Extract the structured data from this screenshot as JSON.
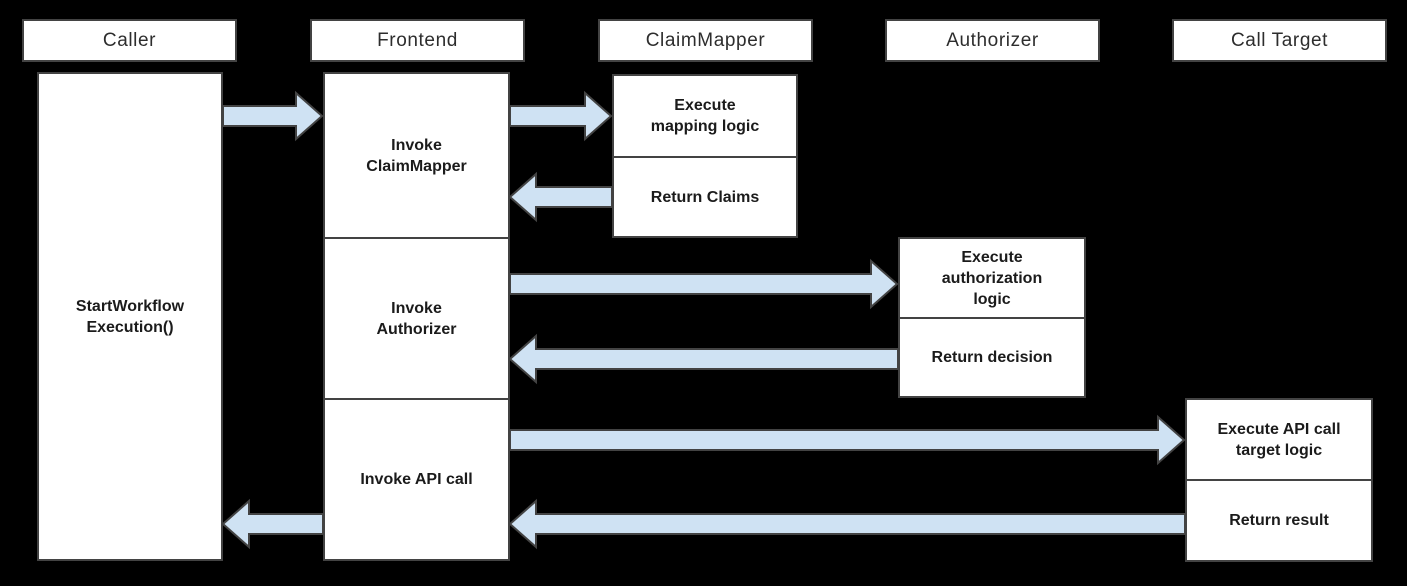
{
  "diagram_type": "sequence-diagram",
  "colors": {
    "background": "#000000",
    "box_fill": "#ffffff",
    "box_border": "#434343",
    "arrow_fill": "#cfe2f3",
    "arrow_border": "#434343",
    "text": "#1b1b1b"
  },
  "lifelines": [
    {
      "label": "Caller"
    },
    {
      "label": "Frontend"
    },
    {
      "label": "ClaimMapper"
    },
    {
      "label": "Authorizer"
    },
    {
      "label": "Call Target"
    }
  ],
  "steps": {
    "caller_execution": "StartWorkflow\nExecution()",
    "invoke_claimmapper": "Invoke\nClaimMapper",
    "invoke_authorizer": "Invoke\nAuthorizer",
    "invoke_api_call": "Invoke API call",
    "execute_mapping_logic": "Execute\nmapping logic",
    "return_claims": "Return Claims",
    "execute_authorization_logic": "Execute\nauthorization\nlogic",
    "return_decision": "Return decision",
    "execute_api_call_target_logic": "Execute API call\ntarget logic",
    "return_result": "Return result"
  },
  "arrows": [
    {
      "from": "Caller",
      "to": "Frontend",
      "direction": "right"
    },
    {
      "from": "Frontend",
      "to": "ClaimMapper",
      "direction": "right"
    },
    {
      "from": "ClaimMapper",
      "to": "Frontend",
      "direction": "left"
    },
    {
      "from": "Frontend",
      "to": "Authorizer",
      "direction": "right"
    },
    {
      "from": "Authorizer",
      "to": "Frontend",
      "direction": "left"
    },
    {
      "from": "Frontend",
      "to": "Call Target",
      "direction": "right"
    },
    {
      "from": "Call Target",
      "to": "Frontend",
      "direction": "left"
    },
    {
      "from": "Frontend",
      "to": "Caller",
      "direction": "left"
    }
  ]
}
